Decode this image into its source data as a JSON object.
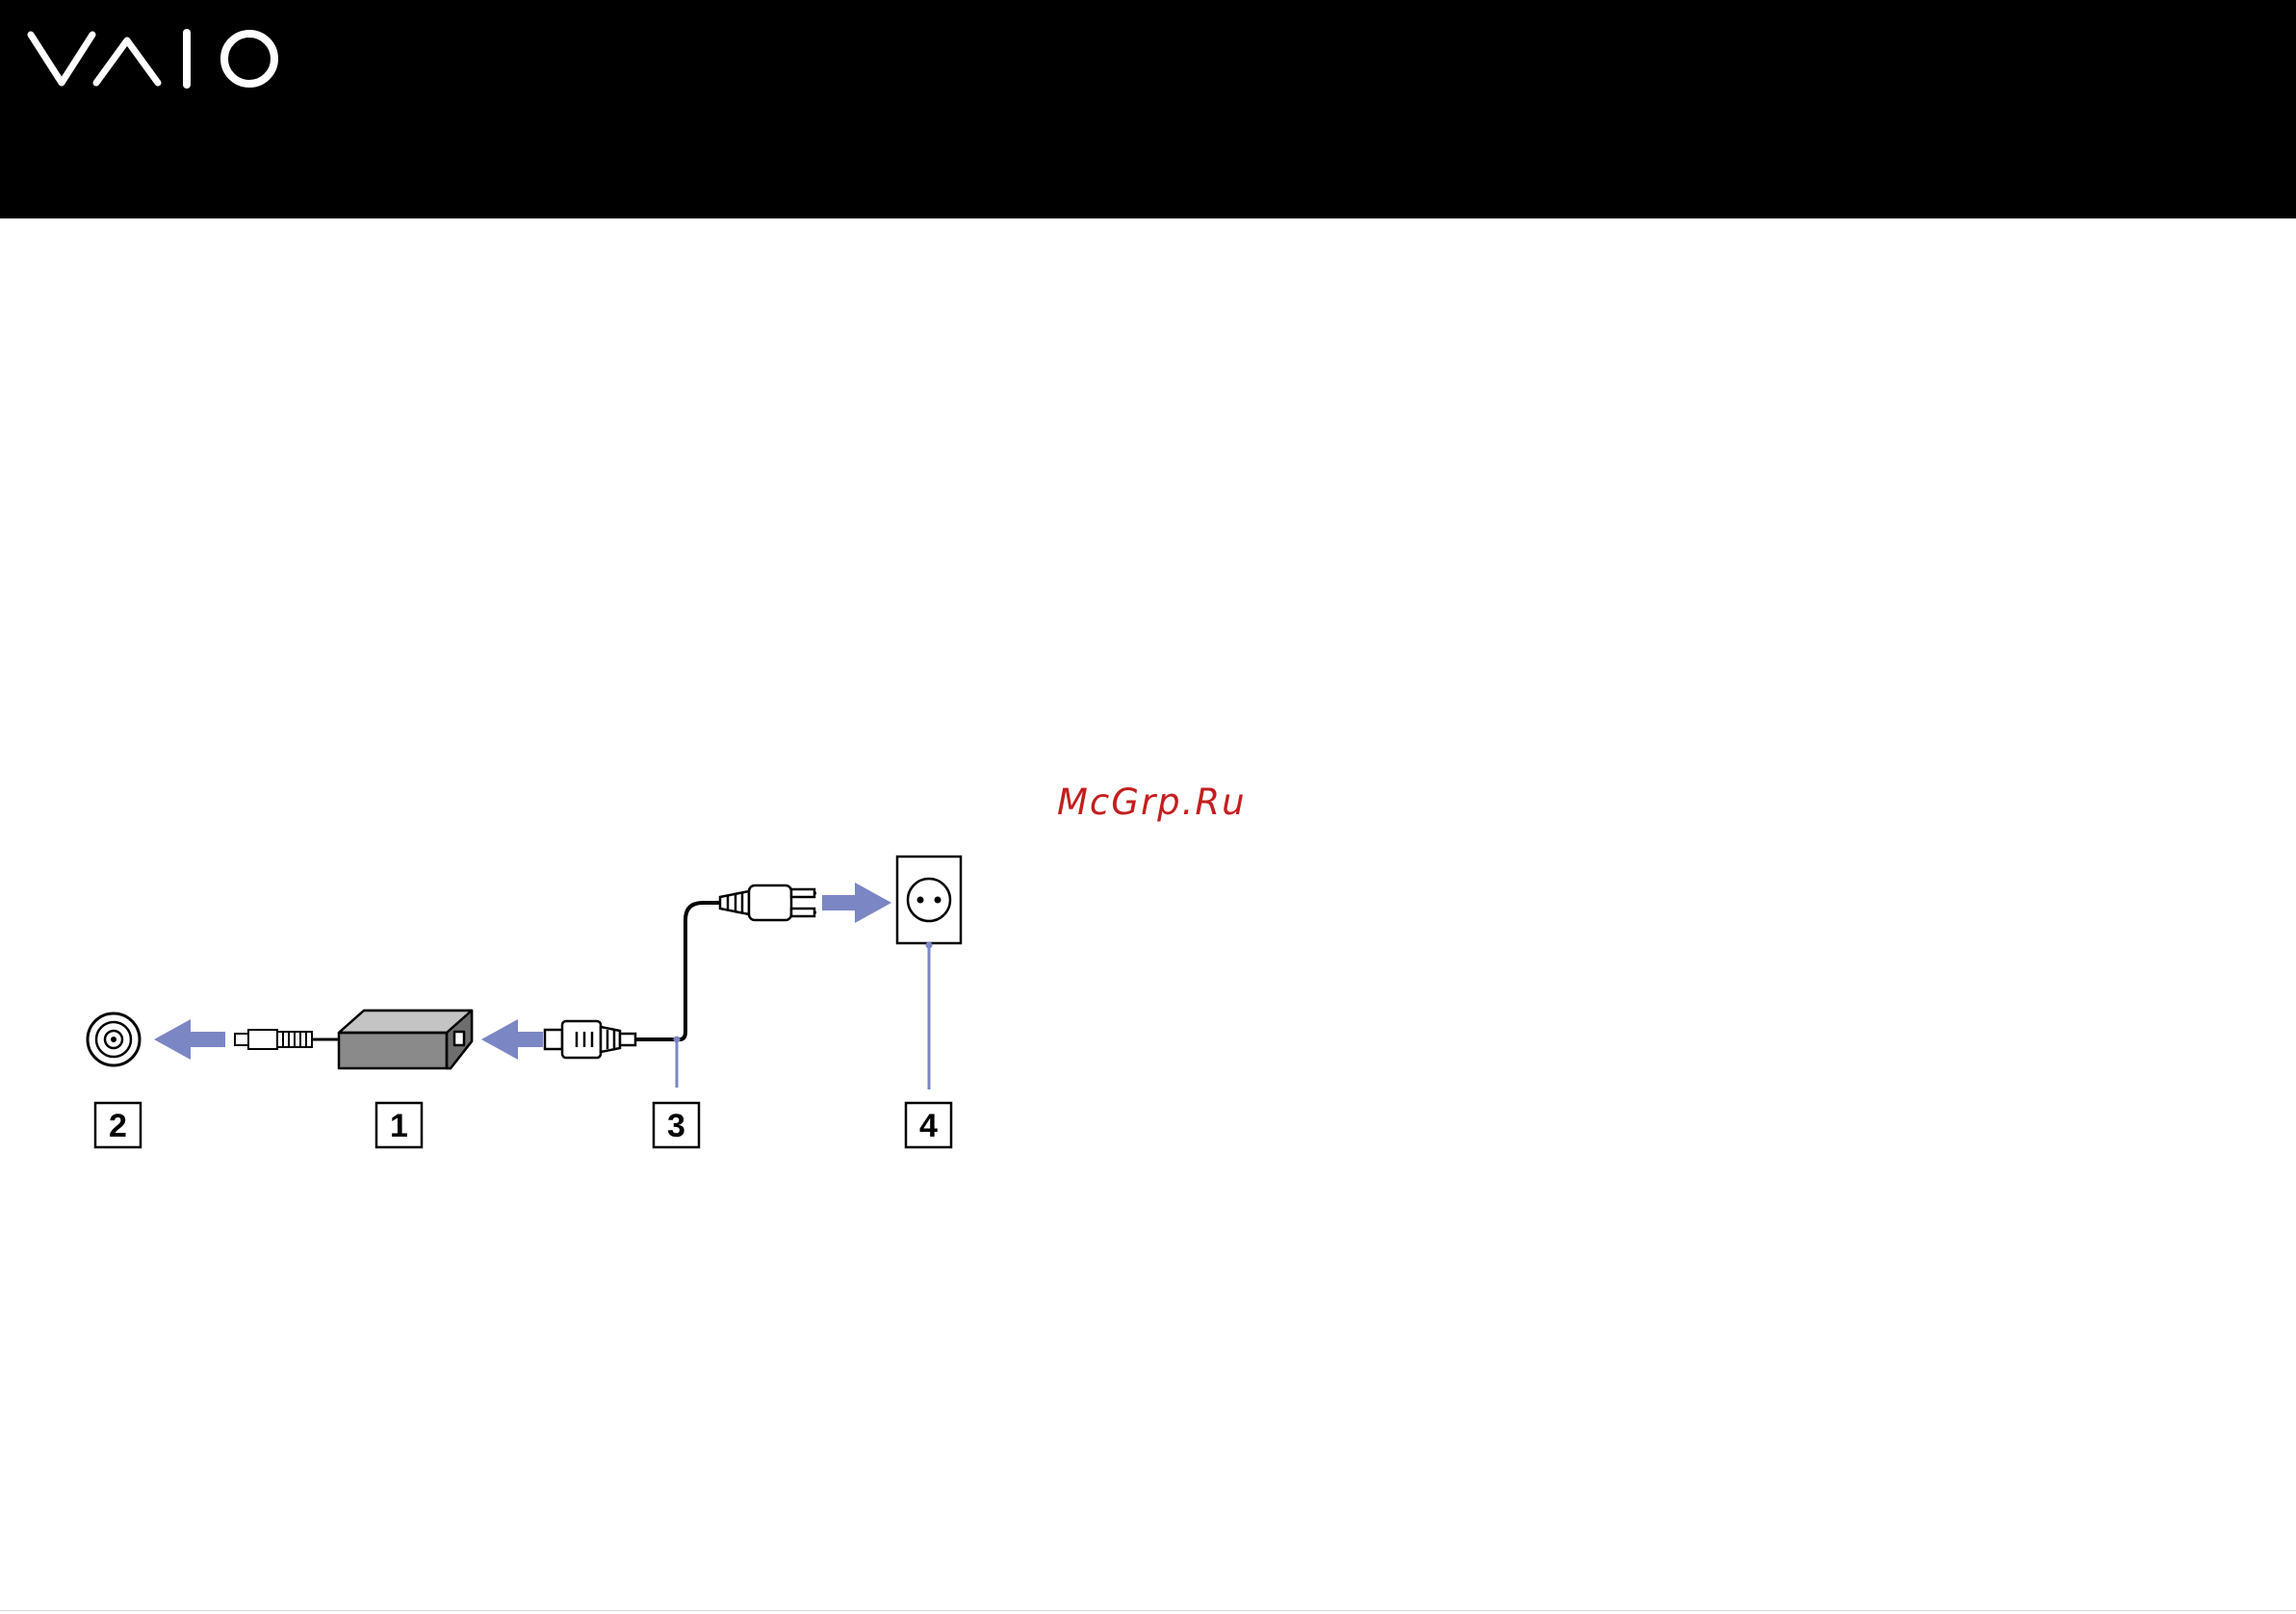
{
  "brand": {
    "logo_text": "VAIO"
  },
  "watermark": {
    "text": "McGrp.Ru"
  },
  "diagram": {
    "callouts": [
      {
        "id": "2",
        "label": "2"
      },
      {
        "id": "1",
        "label": "1"
      },
      {
        "id": "3",
        "label": "3"
      },
      {
        "id": "4",
        "label": "4"
      }
    ],
    "colors": {
      "arrow": "#7b86c4",
      "line": "#000000",
      "leader": "#7b86c4"
    }
  }
}
